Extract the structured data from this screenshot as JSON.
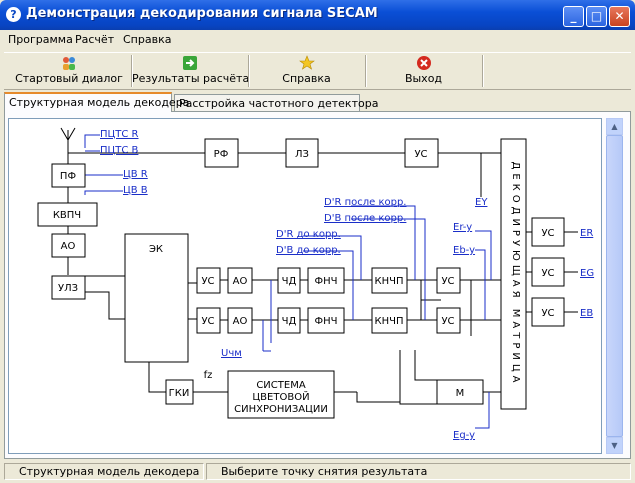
{
  "window": {
    "title": "Демонстрация декодирования сигнала SECAM"
  },
  "menu": [
    "Программа",
    "Расчёт",
    "Справка"
  ],
  "toolbar": {
    "start_dialog": "Стартовый диалог",
    "results": "Результаты расчёта",
    "help": "Справка",
    "exit": "Выход"
  },
  "tabs": [
    "Структурная модель декодера",
    "Расстройка частотного детектора"
  ],
  "diagram": {
    "blocks": {
      "rf": "РФ",
      "lz": "ЛЗ",
      "us_top": "УС",
      "pf": "ПФ",
      "kvpch": "КВПЧ",
      "ao_left": "АО",
      "ulz": "УЛЗ",
      "ek": "ЭК",
      "us1": "УС",
      "ao1": "АО",
      "chd1": "ЧД",
      "fnch1": "ФНЧ",
      "knchp1": "КНЧП",
      "us_r": "УС",
      "us2": "УС",
      "ao2": "АО",
      "chd2": "ЧД",
      "fnch2": "ФНЧ",
      "knchp2": "КНЧП",
      "us_b": "УС",
      "gki": "ГКИ",
      "m": "М",
      "sync": [
        "СИСТЕМА",
        "ЦВЕТОВОЙ",
        "СИНХРОНИЗАЦИИ"
      ],
      "matrix": "ДЕКОДИРУЮЩАЯ МАТРИЦА",
      "out_us_r": "УС",
      "out_us_g": "УС",
      "out_us_b": "УС"
    },
    "links": {
      "pcts_r": "ПЦТС R",
      "pcts_b": "ПЦТС B",
      "cv_r": "ЦВ R",
      "cv_b": "ЦВ B",
      "ey": "EY",
      "dr_after": "D'R после корр.",
      "db_after": "D'B после корр.",
      "dr_before": "D'R до корр.",
      "db_before": "D'B до корр.",
      "er_y": "Er-y",
      "eb_y": "Eb-y",
      "eg_y": "Eg-y",
      "uchm": "Uчм",
      "er": "ER",
      "eg": "EG",
      "eb": "EB"
    },
    "fz": "fz"
  },
  "status": {
    "left": "Структурная модель декодера",
    "right": "Выберите точку снятия результата"
  }
}
